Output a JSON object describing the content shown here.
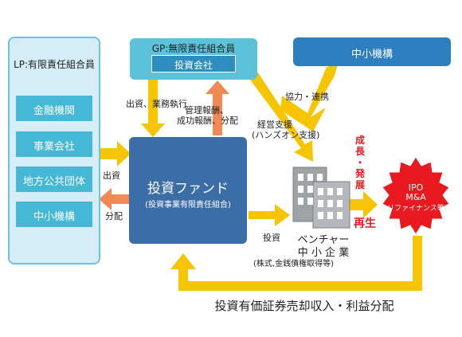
{
  "lp": {
    "title": "LP:有限責任組合員",
    "items": [
      "金融機関",
      "事業会社",
      "地方公共団体",
      "中小機構"
    ]
  },
  "gp": {
    "title": "GP:無限責任組合員",
    "inner": "投資会社"
  },
  "sme_top": "中小機構",
  "fund": {
    "title": "投資ファンド",
    "subtitle": "(投資事業有限責任組合)"
  },
  "labels": {
    "capital_execution": "出資、業務執行",
    "compensation": [
      "管理報酬、",
      "成功報酬、分配"
    ],
    "cooperation": "協力・連携",
    "management_support": [
      "経営支援",
      "(ハンズオン支援)"
    ],
    "invest_in": "出資",
    "distribution": "分配",
    "investment": "投資",
    "growth": [
      "成",
      "長",
      "・",
      "発",
      "展"
    ],
    "revival": "再生",
    "venture": [
      "ベンチャー",
      "中 小 企 業"
    ],
    "venture_note": "(株式,金銭債権取得等)",
    "bottom": "投資有価証券売却収入・利益分配"
  },
  "exit_badge": [
    "IPO",
    "M&A",
    "リファイナンス等"
  ],
  "colors": {
    "lp_bg": "#d4edf6",
    "lp_border": "#6ec3e0",
    "lp_item": "#45b8d6",
    "gp_bg": "#5bc2da",
    "sme_bg": "#2e7fc0",
    "fund_bg": "#3b6ea6",
    "yellow_arrow": "#f7c400",
    "orange_arrow": "#ef8a55",
    "red": "#e8191f",
    "building": "#8a8f94"
  }
}
